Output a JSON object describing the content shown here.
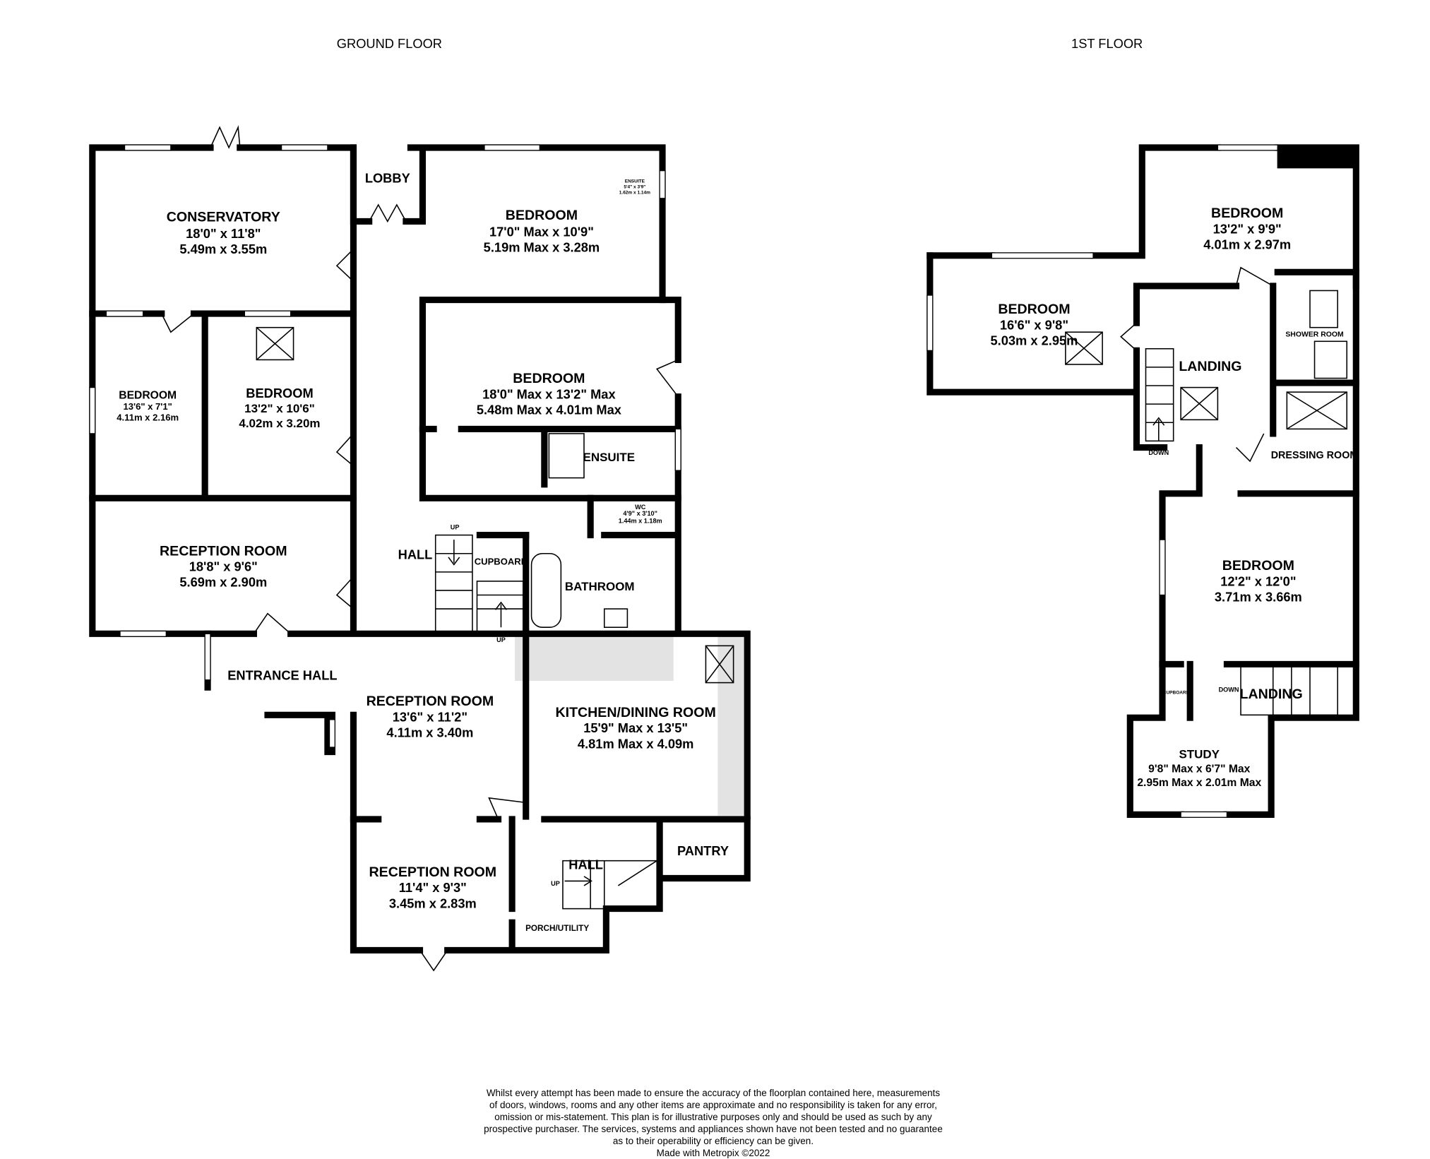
{
  "floors": {
    "ground": "GROUND FLOOR",
    "first": "1ST FLOOR"
  },
  "ground_rooms": [
    {
      "name": "CONSERVATORY",
      "imperial": "18'0\"  x 11'8\"",
      "metric": "5.49m  x 3.55m"
    },
    {
      "name": "LOBBY",
      "imperial": "",
      "metric": ""
    },
    {
      "name": "BEDROOM",
      "imperial": "17'0\" Max x 10'9\"",
      "metric": "5.19m Max x 3.28m"
    },
    {
      "name": "ENSUITE",
      "imperial": "5'4\"  x 3'9\"",
      "metric": "1.62m  x 1.14m"
    },
    {
      "name": "BEDROOM",
      "imperial": "18'0\" Max x 13'2\" Max",
      "metric": "5.48m Max x 4.01m Max"
    },
    {
      "name": "ENSUITE",
      "imperial": "",
      "metric": ""
    },
    {
      "name": "BEDROOM",
      "imperial": "13'6\"  x 7'1\"",
      "metric": "4.11m  x 2.16m"
    },
    {
      "name": "BEDROOM",
      "imperial": "13'2\"  x 10'6\"",
      "metric": "4.02m  x 3.20m"
    },
    {
      "name": "WC",
      "imperial": "4'9\"  x 3'10\"",
      "metric": "1.44m  x 1.18m"
    },
    {
      "name": "RECEPTION ROOM",
      "imperial": "18'8\"  x 9'6\"",
      "metric": "5.69m  x 2.90m"
    },
    {
      "name": "HALL",
      "imperial": "",
      "metric": ""
    },
    {
      "name": "CUPBOARD",
      "imperial": "",
      "metric": ""
    },
    {
      "name": "BATHROOM",
      "imperial": "",
      "metric": ""
    },
    {
      "name": "ENTRANCE HALL",
      "imperial": "",
      "metric": ""
    },
    {
      "name": "RECEPTION ROOM",
      "imperial": "13'6\"  x 11'2\"",
      "metric": "4.11m  x 3.40m"
    },
    {
      "name": "KITCHEN/DINING ROOM",
      "imperial": "15'9\" Max x 13'5\"",
      "metric": "4.81m Max x 4.09m"
    },
    {
      "name": "PANTRY",
      "imperial": "",
      "metric": ""
    },
    {
      "name": "HALL",
      "imperial": "",
      "metric": ""
    },
    {
      "name": "RECEPTION ROOM",
      "imperial": "11'4\"  x 9'3\"",
      "metric": "3.45m  x 2.83m"
    },
    {
      "name": "PORCH/UTILITY",
      "imperial": "",
      "metric": ""
    }
  ],
  "first_rooms": [
    {
      "name": "BEDROOM",
      "imperial": "13'2\"  x 9'9\"",
      "metric": "4.01m  x 2.97m"
    },
    {
      "name": "BEDROOM",
      "imperial": "16'6\"  x 9'8\"",
      "metric": "5.03m  x 2.95m"
    },
    {
      "name": "LANDING",
      "imperial": "",
      "metric": ""
    },
    {
      "name": "SHOWER ROOM",
      "imperial": "",
      "metric": ""
    },
    {
      "name": "DRESSING ROOM",
      "imperial": "",
      "metric": ""
    },
    {
      "name": "BEDROOM",
      "imperial": "12'2\"  x 12'0\"",
      "metric": "3.71m  x 3.66m"
    },
    {
      "name": "LANDING",
      "imperial": "",
      "metric": ""
    },
    {
      "name": "CUPBOARD",
      "imperial": "",
      "metric": ""
    },
    {
      "name": "STUDY",
      "imperial": "9'8\" Max x 6'7\" Max",
      "metric": "2.95m Max x 2.01m Max"
    }
  ],
  "stair_labels": {
    "up": "UP",
    "down": "DOWN"
  },
  "disclaimer": [
    "Whilst every attempt has been made to ensure the accuracy of the floorplan contained here, measurements",
    "of doors, windows, rooms and any other items are approximate and no responsibility is taken for any error,",
    "omission or mis-statement. This plan is for illustrative purposes only and should be used as such by any",
    "prospective purchaser. The services, systems and appliances shown have not been tested and no guarantee",
    "as to their operability or efficiency can be given.",
    "Made with Metropix ©2022"
  ]
}
